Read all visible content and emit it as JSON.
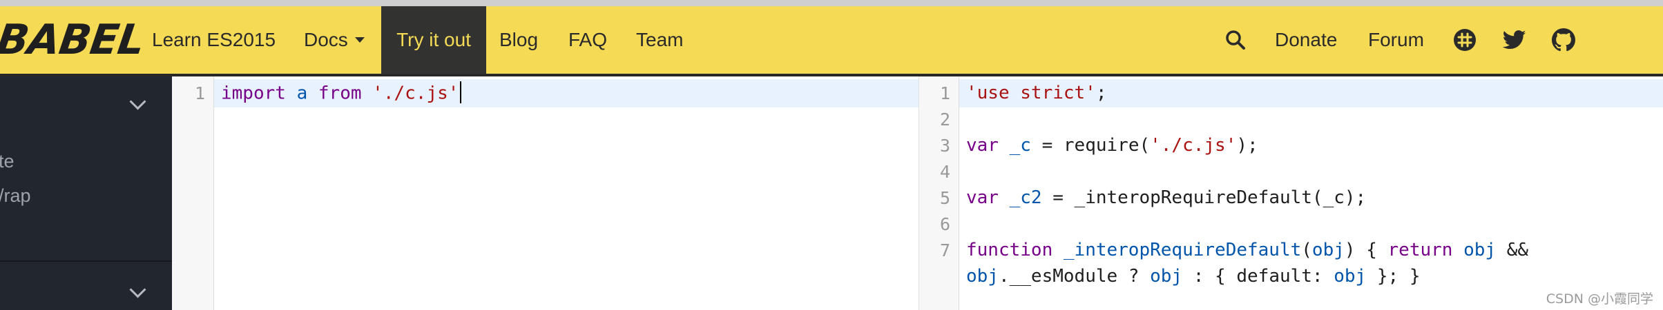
{
  "brand": {
    "logo_text": "BABEL"
  },
  "nav": {
    "items": [
      {
        "label": "Learn ES2015"
      },
      {
        "label": "Docs"
      },
      {
        "label": "Try it out"
      },
      {
        "label": "Blog"
      },
      {
        "label": "FAQ"
      },
      {
        "label": "Team"
      }
    ],
    "right_items": [
      {
        "label": "Donate"
      },
      {
        "label": "Forum"
      }
    ],
    "icons": [
      "search-icon",
      "slack-icon",
      "twitter-icon",
      "github-icon"
    ]
  },
  "sidebar": {
    "items": [
      {
        "label": "te"
      },
      {
        "label": "/rap"
      }
    ]
  },
  "input_editor": {
    "line_numbers": [
      "1"
    ],
    "lines": [
      {
        "tokens": [
          {
            "t": "kw",
            "v": "import"
          },
          {
            "t": "plain",
            "v": " "
          },
          {
            "t": "var",
            "v": "a"
          },
          {
            "t": "plain",
            "v": " "
          },
          {
            "t": "kw",
            "v": "from"
          },
          {
            "t": "plain",
            "v": " "
          },
          {
            "t": "str",
            "v": "'./c.js'"
          }
        ]
      }
    ]
  },
  "output_editor": {
    "line_numbers": [
      "1",
      "2",
      "3",
      "4",
      "5",
      "6",
      "7"
    ],
    "lines": [
      {
        "tokens": [
          {
            "t": "str",
            "v": "'use strict'"
          },
          {
            "t": "plain",
            "v": ";"
          }
        ]
      },
      {
        "tokens": []
      },
      {
        "tokens": [
          {
            "t": "kw",
            "v": "var"
          },
          {
            "t": "plain",
            "v": " "
          },
          {
            "t": "var",
            "v": "_c"
          },
          {
            "t": "plain",
            "v": " = require("
          },
          {
            "t": "str",
            "v": "'./c.js'"
          },
          {
            "t": "plain",
            "v": ");"
          }
        ]
      },
      {
        "tokens": []
      },
      {
        "tokens": [
          {
            "t": "kw",
            "v": "var"
          },
          {
            "t": "plain",
            "v": " "
          },
          {
            "t": "var",
            "v": "_c2"
          },
          {
            "t": "plain",
            "v": " = _interopRequireDefault(_c);"
          }
        ]
      },
      {
        "tokens": []
      },
      {
        "tokens": [
          {
            "t": "kw",
            "v": "function"
          },
          {
            "t": "plain",
            "v": " "
          },
          {
            "t": "var",
            "v": "_interopRequireDefault"
          },
          {
            "t": "plain",
            "v": "("
          },
          {
            "t": "var",
            "v": "obj"
          },
          {
            "t": "plain",
            "v": ") { "
          },
          {
            "t": "kw",
            "v": "return"
          },
          {
            "t": "plain",
            "v": " "
          },
          {
            "t": "var",
            "v": "obj"
          },
          {
            "t": "plain",
            "v": " &&"
          }
        ]
      },
      {
        "tokens": [
          {
            "t": "var",
            "v": "obj"
          },
          {
            "t": "plain",
            "v": ".__esModule ? "
          },
          {
            "t": "var",
            "v": "obj"
          },
          {
            "t": "plain",
            "v": " : { default: "
          },
          {
            "t": "var",
            "v": "obj"
          },
          {
            "t": "plain",
            "v": " }; }"
          }
        ]
      }
    ]
  },
  "watermark": "CSDN @小霞同学",
  "colors": {
    "brand_yellow": "#f5da55",
    "active_tab_bg": "#323330",
    "sidebar_bg": "#22262e",
    "keyword": "#770088",
    "variable": "#0055aa",
    "string": "#aa1111"
  }
}
